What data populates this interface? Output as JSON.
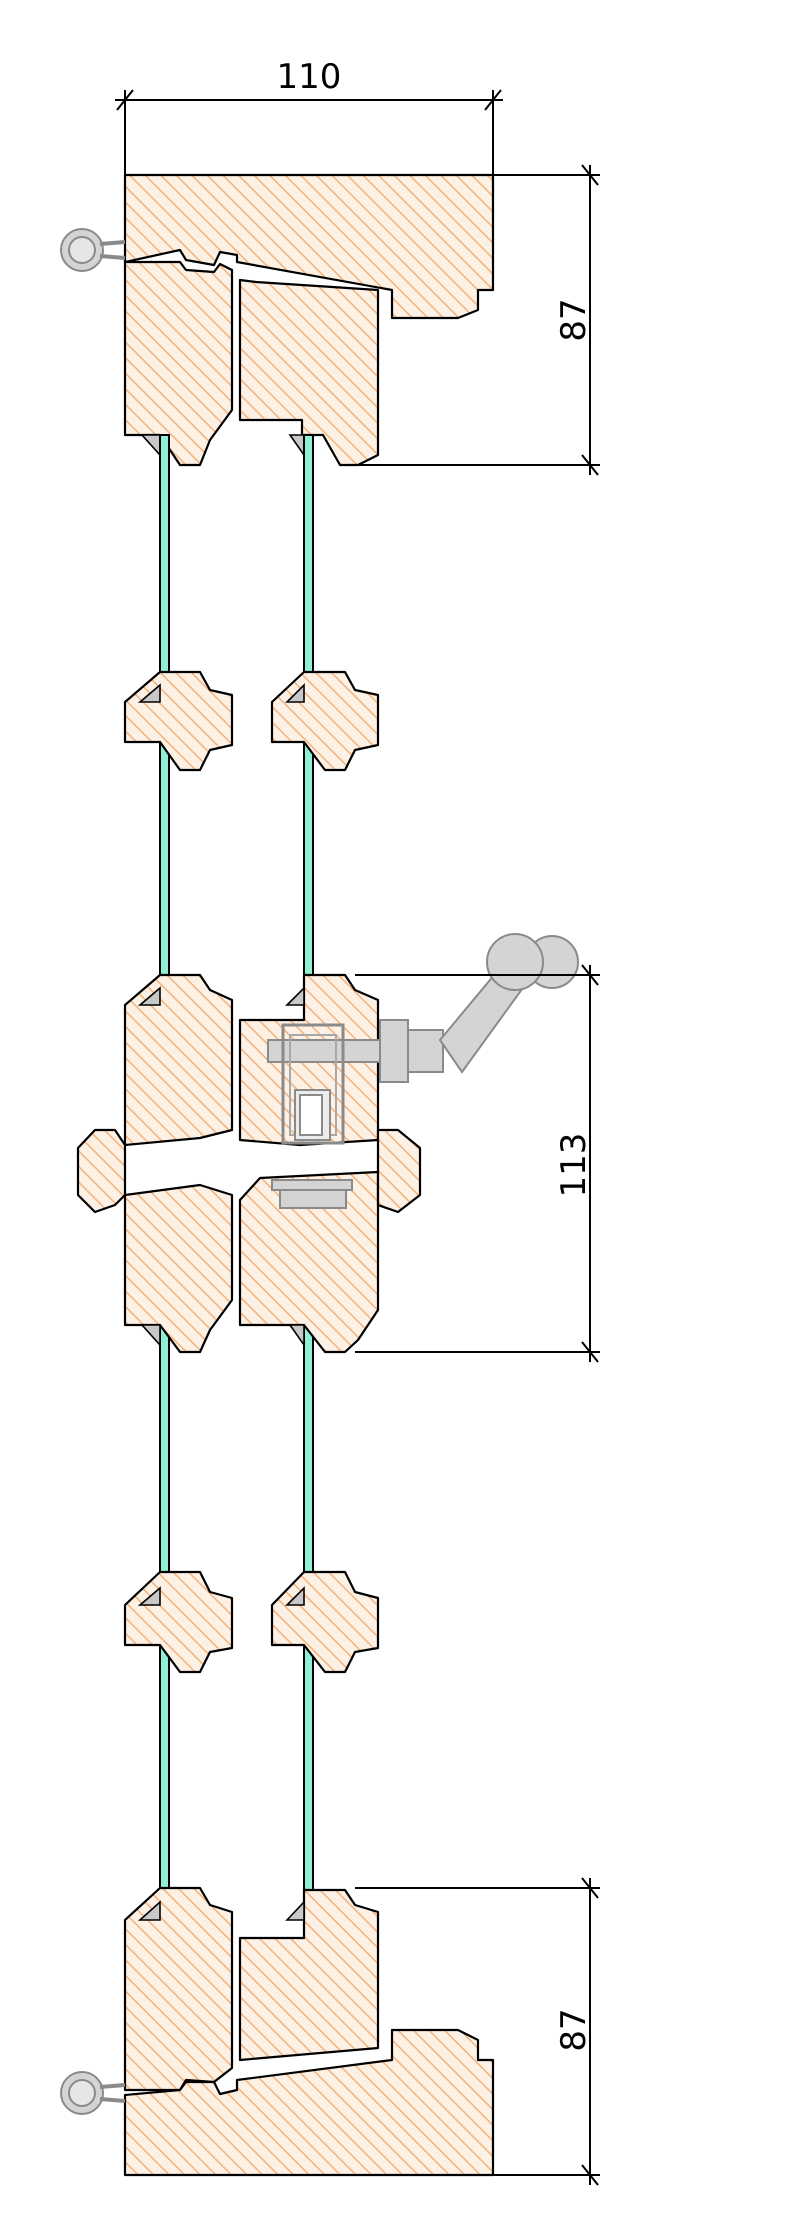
{
  "dimensions": {
    "width_top": "110",
    "height_top": "87",
    "height_middle": "113",
    "height_bottom": "87"
  },
  "colors": {
    "wood_hatch": "#f4b27a",
    "wood_fill": "#fdf1e6",
    "glass": "#8ff0d6",
    "hardware_fill": "#d4d4d4",
    "hardware_stroke": "#8a8a8a"
  },
  "icons": {
    "hinge": "hinge-icon",
    "handle": "window-handle-icon"
  }
}
